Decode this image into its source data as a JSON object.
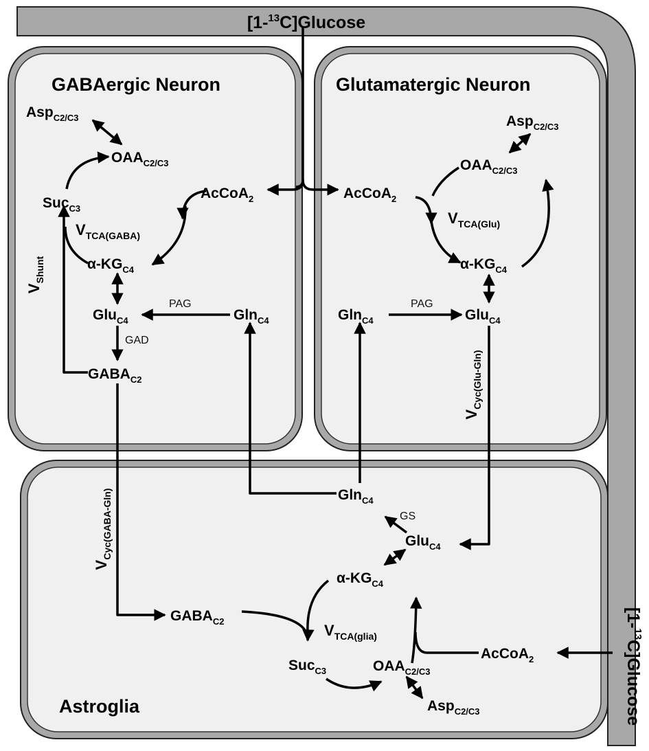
{
  "glucose_top": {
    "main": "[1-",
    "sup": "13",
    "rest": "C]Glucose"
  },
  "glucose_right": {
    "main": "[1-",
    "sup": "13",
    "rest": "C]Glucose"
  },
  "compartments": {
    "gaba": "GABAergic Neuron",
    "glu": "Glutamatergic Neuron",
    "astro": "Astroglia"
  },
  "gaba_neuron": {
    "asp": {
      "main": "Asp",
      "sub": "C2/C3"
    },
    "oaa": {
      "main": "OAA",
      "sub": "C2/C3"
    },
    "acetyl": {
      "main": "AcCoA",
      "sub": "2"
    },
    "suc": {
      "main": "Suc",
      "sub": "C3"
    },
    "vtca": {
      "main": "V",
      "sub": "TCA(GABA)"
    },
    "akg": {
      "main": "α-KG",
      "sub": "C4"
    },
    "vshunt": {
      "main": "V",
      "sub": "Shunt"
    },
    "glu": {
      "main": "Glu",
      "sub": "C4"
    },
    "pag": "PAG",
    "gln": {
      "main": "Gln",
      "sub": "C4"
    },
    "gad": "GAD",
    "gaba": {
      "main": "GABA",
      "sub": "C2"
    }
  },
  "glu_neuron": {
    "asp": {
      "main": "Asp",
      "sub": "C2/C3"
    },
    "oaa": {
      "main": "OAA",
      "sub": "C2/C3"
    },
    "acetyl": {
      "main": "AcCoA",
      "sub": "2"
    },
    "vtca": {
      "main": "V",
      "sub": "TCA(Glu)"
    },
    "akg": {
      "main": "α-KG",
      "sub": "C4"
    },
    "gln": {
      "main": "Gln",
      "sub": "C4"
    },
    "pag": "PAG",
    "glu": {
      "main": "Glu",
      "sub": "C4"
    },
    "vcyc": {
      "main": "V",
      "sub": "Cyc(Glu-Gln)"
    }
  },
  "astroglia": {
    "vcyc": {
      "main": "V",
      "sub": "Cyc(GABA-Gln)"
    },
    "gln": {
      "main": "Gln",
      "sub": "C4"
    },
    "gs": "GS",
    "glu": {
      "main": "Glu",
      "sub": "C4"
    },
    "akg": {
      "main": "α-KG",
      "sub": "C4"
    },
    "gaba": {
      "main": "GABA",
      "sub": "C2"
    },
    "vtca": {
      "main": "V",
      "sub": "TCA(glia)"
    },
    "suc": {
      "main": "Suc",
      "sub": "C3"
    },
    "oaa": {
      "main": "OAA",
      "sub": "C2/C3"
    },
    "acetyl": {
      "main": "AcCoA",
      "sub": "2"
    },
    "asp": {
      "main": "Asp",
      "sub": "C2/C3"
    }
  }
}
